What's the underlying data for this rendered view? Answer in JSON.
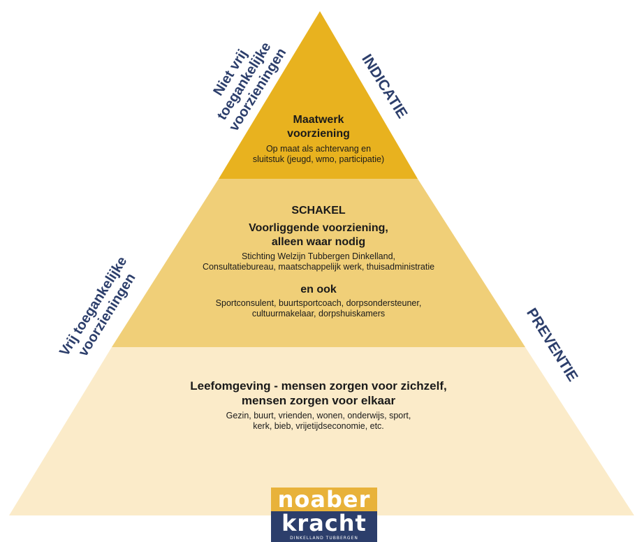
{
  "colors": {
    "top": "#e8b21f",
    "middle": "#f0cf78",
    "bottom": "#fbebc9",
    "label": "#2c3e6b"
  },
  "top": {
    "title1": "Maatwerk",
    "title2": "voorziening",
    "desc1": "Op maat als achtervang en",
    "desc2": "sluitstuk (jeugd, wmo, participatie)"
  },
  "middle": {
    "schakel": "SCHAKEL",
    "title1": "Voorliggende voorziening,",
    "title2": "alleen waar nodig",
    "desc1": "Stichting Welzijn Tubbergen Dinkelland,",
    "desc2": "Consultatiebureau, maatschappelijk werk, thuisadministratie",
    "enook": "en ook",
    "desc3": "Sportconsulent, buurtsportcoach, dorpsondersteuner,",
    "desc4": "cultuurmakelaar, dorpshuiskamers"
  },
  "bottom": {
    "title1": "Leefomgeving - mensen zorgen voor zichzelf,",
    "title2": "mensen zorgen voor elkaar",
    "desc1": "Gezin, buurt, vrienden, wonen, onderwijs, sport,",
    "desc2": "kerk, bieb, vrijetijdseconomie, etc."
  },
  "labels": {
    "niet_vrij_1": "Niet vrij",
    "niet_vrij_2": "toegankelijke",
    "niet_vrij_3": "voorzieningen",
    "vrij_1": "Vrij toegankelijke",
    "vrij_2": "voorzieningen",
    "indicatie": "INDICATIE",
    "preventie": "PREVENTIE"
  },
  "logo": {
    "line1": "noaber",
    "line2": "kracht",
    "line3": "DINKELLAND TUBBERGEN"
  }
}
